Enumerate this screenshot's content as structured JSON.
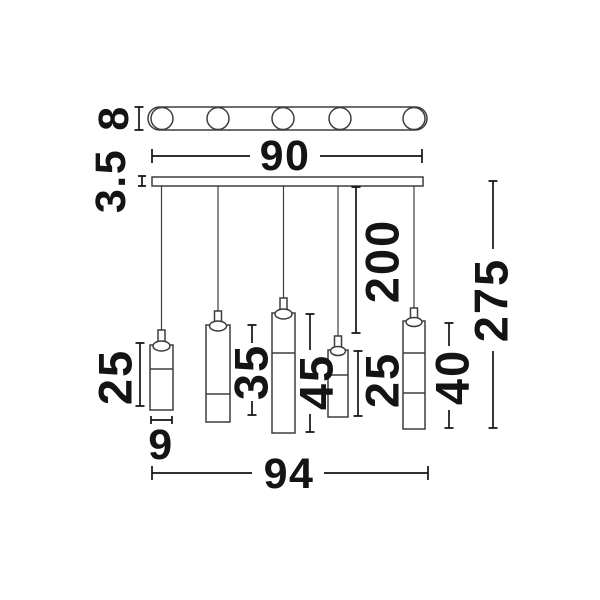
{
  "drawing": {
    "kind": "technical dimension drawing of a 5-light linear pendant luminaire",
    "views": {
      "top_view": "ceiling bar seen from above with 5 round lamp positions",
      "front_view": "canopy bar with 5 suspended cylindrical shades"
    }
  },
  "dimensions": {
    "top_bar_thickness": "8",
    "top_bar_length": "90",
    "canopy_thickness": "3.5",
    "suspension_drop": "200",
    "overall_drop": "275",
    "overall_length": "94",
    "shade_1_height": "25",
    "shade_1_diameter": "9",
    "shade_2_height": "35",
    "shade_3_height": "45",
    "shade_4_height": "25",
    "shade_5_height": "40"
  },
  "colors": {
    "background": "#ffffff",
    "fixture_outline": "#3d3d3d",
    "dimension_lines": "#141414",
    "text": "#141414"
  }
}
